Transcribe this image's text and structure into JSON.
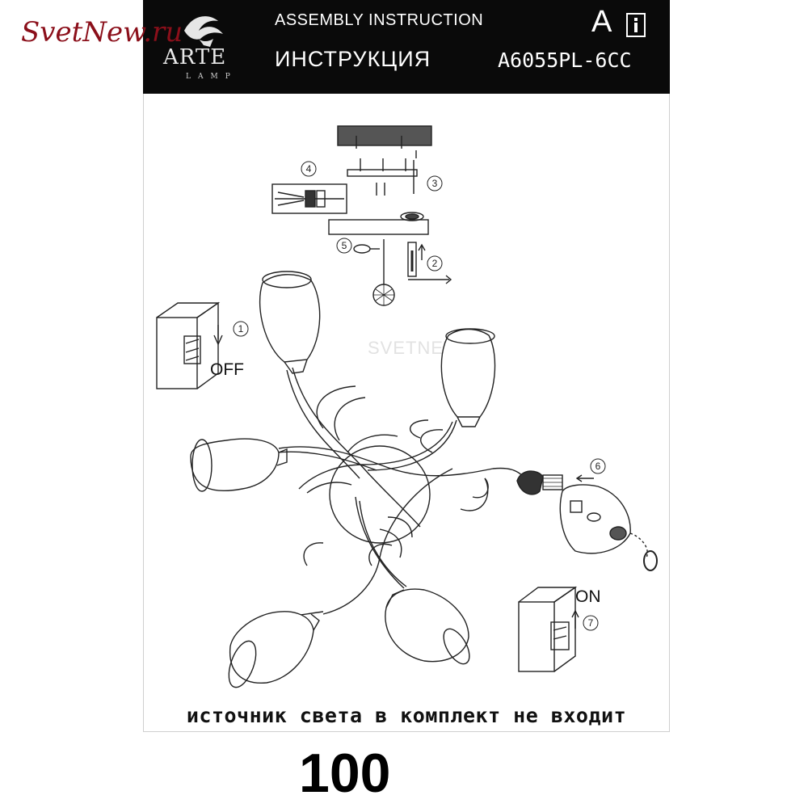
{
  "watermark": {
    "site_logo": "SvetNew.ru",
    "center_text": "SVETNEW.RU"
  },
  "header": {
    "brand_name": "ARTE",
    "brand_sub": "LAMP",
    "title_en": "ASSEMBLY INSTRUCTION",
    "title_ru": "ИНСТРУКЦИЯ",
    "letter": "A",
    "info_icon": "info-book-icon",
    "model": "A6055PL-6CC"
  },
  "steps": {
    "s1": "1",
    "s2": "2",
    "s3": "3",
    "s4": "4",
    "s5": "5",
    "s6": "6",
    "s7": "7"
  },
  "switches": {
    "off_label": "OFF",
    "on_label": "ON"
  },
  "notice": "источник света в комплект не входит",
  "page_number": "100"
}
